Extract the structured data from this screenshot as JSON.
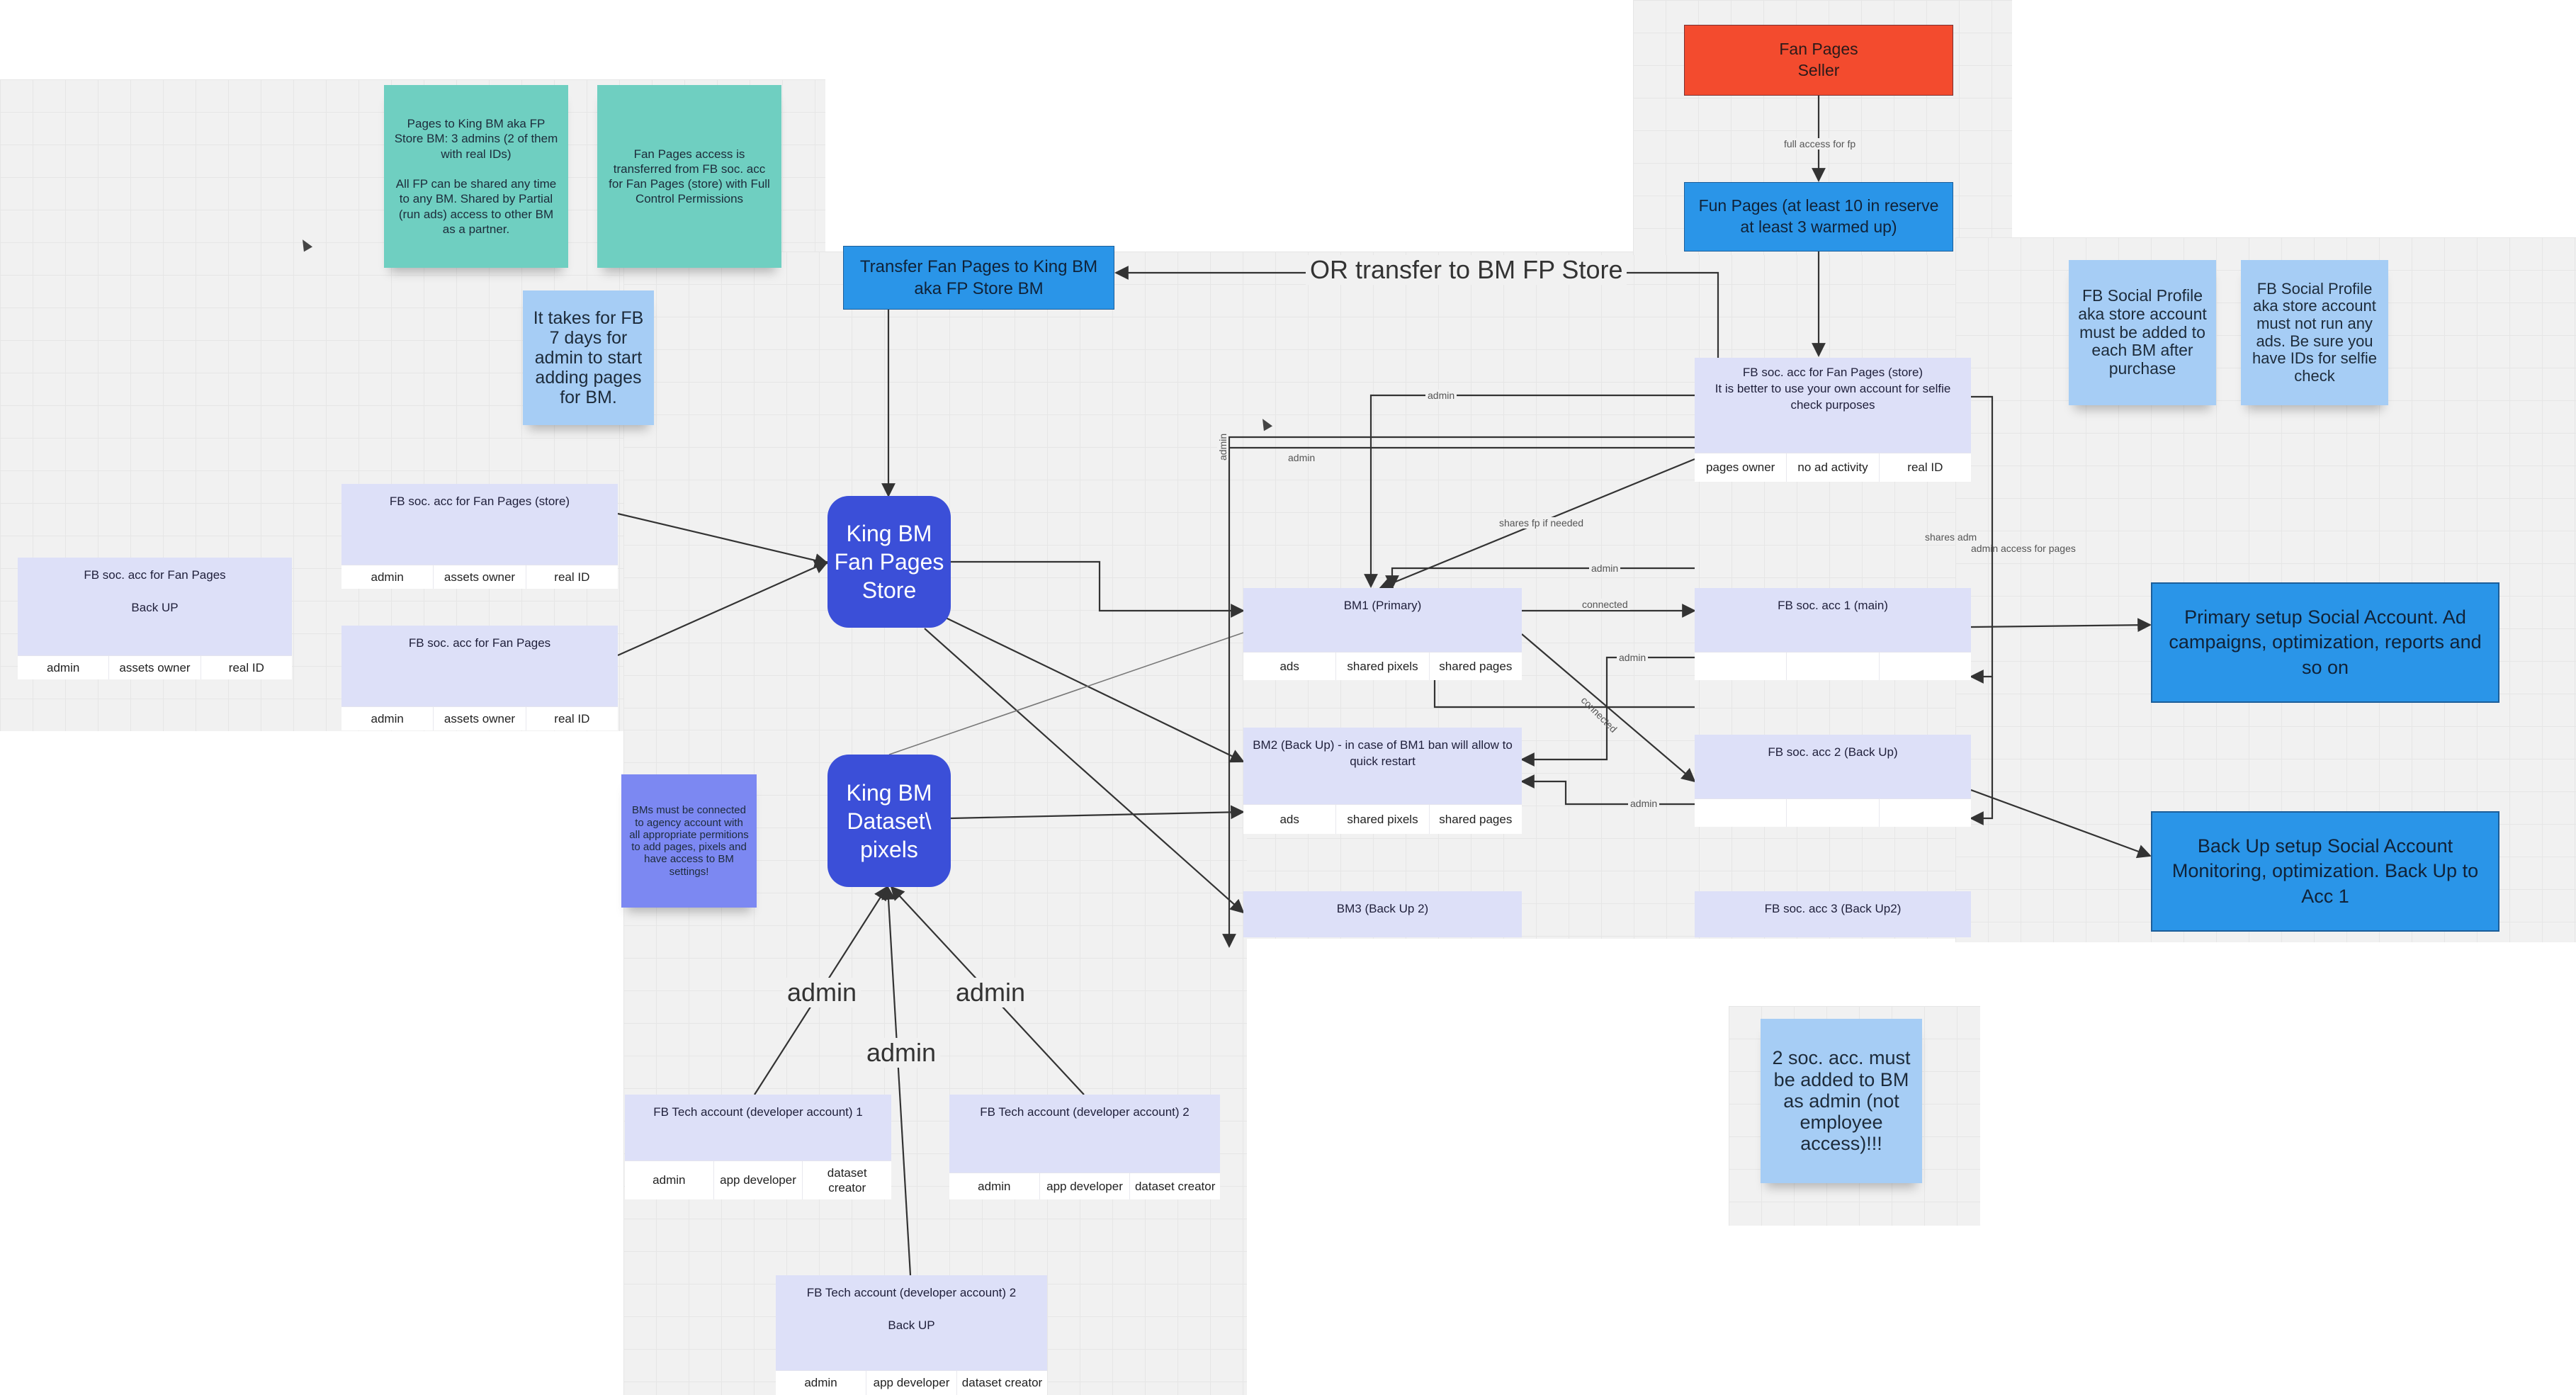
{
  "stickies": {
    "pages_to_king": "Pages to King BM aka FP Store BM: 3 admins (2 of them with real IDs)\n\nAll FP can be shared any time to any BM. Shared by Partial (run ads) access to other BM as a partner.",
    "fp_access": "Fan Pages access is transferred from FB soc. acc for Fan Pages (store) with Full Control Permissions",
    "seven_days": "It takes for FB 7 days for admin to start adding pages for BM.",
    "bms_connected": "BMs must be connected to agency account with all appropriate permitions to add pages, pixels and have access to BM settings!",
    "fb_social_profile_store": "FB Social Profile aka store account must be added to each BM after purchase",
    "fb_social_profile_noads": "FB Social Profile aka store account must not run any ads. Be sure you have IDs for selfie check",
    "two_soc_acc": "2 soc. acc. must be added to BM as admin (not employee access)!!!"
  },
  "boxes": {
    "fan_pages_seller": "Fan Pages\nSeller",
    "fun_pages": "Fun Pages (at least 10 in reserve at least 3 warmed up)",
    "transfer": "Transfer Fan Pages to King BM aka FP Store BM",
    "primary_setup": "Primary setup Social Account. Ad campaigns, optimization, reports and so on",
    "backup_setup": "Back Up setup Social Account Monitoring, optimization. Back Up to Acc 1"
  },
  "king": {
    "fan_pages_store": "King BM\nFan Pages\nStore",
    "dataset_pixels": "King BM\nDataset\\\npixels"
  },
  "cards": {
    "backup_fp": {
      "title": "FB soc. acc for Fan Pages\n\nBack UP",
      "cells": [
        "admin",
        "assets owner",
        "real ID"
      ]
    },
    "fp_store_left": {
      "title": "FB soc. acc for Fan Pages (store)",
      "cells": [
        "admin",
        "assets owner",
        "real ID"
      ]
    },
    "fp_left": {
      "title": "FB soc. acc for Fan Pages",
      "cells": [
        "admin",
        "assets owner",
        "real ID"
      ]
    },
    "fp_store_right": {
      "title": "FB soc. acc for Fan Pages (store)\nIt is better to use your own account for selfie check purposes",
      "cells": [
        "pages owner",
        "no ad activity",
        "real ID"
      ]
    },
    "bm1": {
      "title": "BM1 (Primary)",
      "cells": [
        "ads",
        "shared pixels",
        "shared pages"
      ]
    },
    "bm2": {
      "title": "BM2 (Back Up)  - in case of BM1 ban will allow to quick restart",
      "cells": [
        "ads",
        "shared pixels",
        "shared pages"
      ]
    },
    "bm3": {
      "title": "BM3 (Back Up 2)",
      "cells": []
    },
    "acc1": {
      "title": "FB soc. acc 1 (main)",
      "cells": [
        "",
        "",
        ""
      ]
    },
    "acc2": {
      "title": "FB soc. acc 2 (Back Up)",
      "cells": [
        "",
        "",
        ""
      ]
    },
    "acc3": {
      "title": "FB soc. acc 3 (Back Up2)",
      "cells": []
    },
    "tech1": {
      "title": "FB Tech account (developer account) 1",
      "cells": [
        "admin",
        "app developer",
        "dataset creator"
      ]
    },
    "tech2": {
      "title": "FB Tech account (developer account) 2",
      "cells": [
        "admin",
        "app developer",
        "dataset creator"
      ]
    },
    "tech_backup": {
      "title": "FB Tech account (developer account) 2\n\nBack UP",
      "cells": [
        "admin",
        "app developer",
        "dataset creator"
      ]
    }
  },
  "labels": {
    "full_access": "full access for fp",
    "or_transfer": "OR transfer to BM FP Store",
    "admin_1": "admin",
    "admin_2": "admin",
    "admin_3": "admin",
    "admin_4": "admin",
    "admin_5": "admin",
    "admin_vertical": "admin",
    "shares_fp": "shares fp if needed",
    "connected_1": "connected",
    "connected_2": "connected",
    "shares_admin": "shares adm",
    "admin_access_pages": "admin access for pages",
    "admin_tech_left": "admin",
    "admin_tech_mid": "admin",
    "admin_tech_right": "admin"
  },
  "colors": {
    "seller_red": "#f34b2e",
    "blue_box": "#2a95e8",
    "king_blue": "#3b4fd8",
    "teal_sticky": "#6fcfc1",
    "light_blue_sticky": "#a6cdf5",
    "purple_sticky": "#7c88f2",
    "card_head": "#dde0f8"
  }
}
